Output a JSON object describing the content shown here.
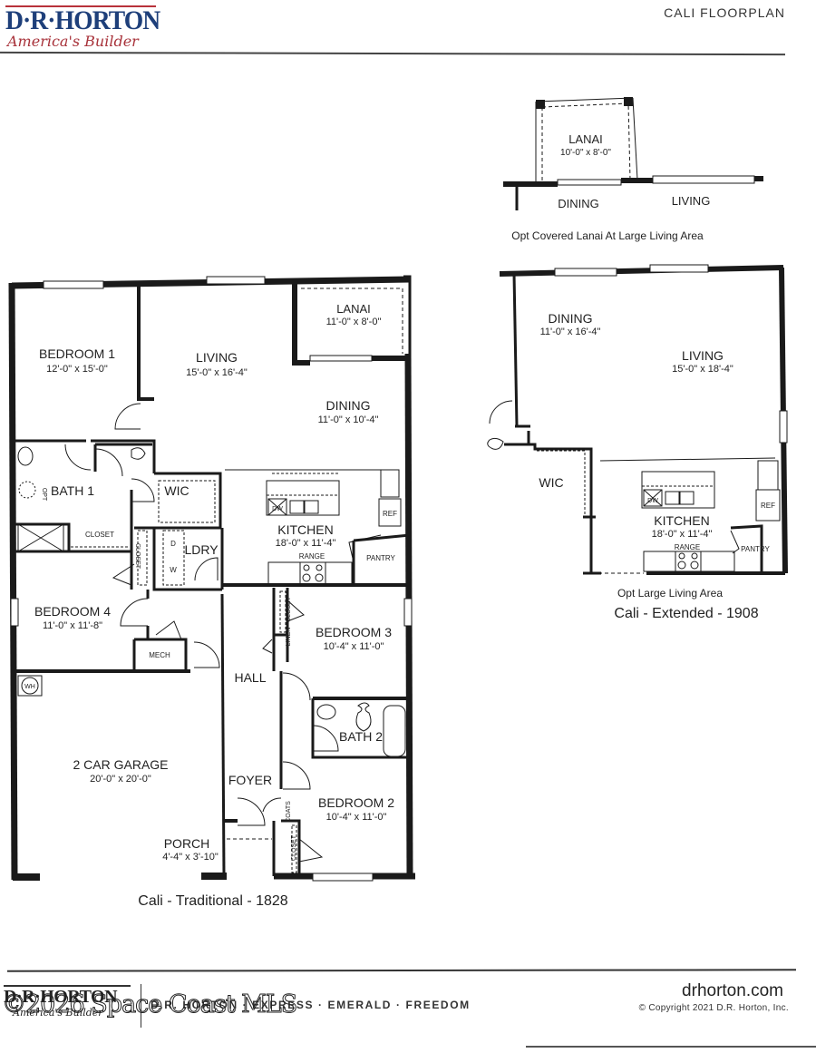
{
  "header": {
    "logo_name": "D·R·HORTON",
    "logo_tagline": "America's Builder",
    "title": "CALI FLOORPLAN"
  },
  "colors": {
    "brand_blue": "#1e3f7a",
    "brand_red": "#a8323a",
    "wall": "#1a1a1a"
  },
  "traditional_plan": {
    "caption": "Cali - Traditional - 1828",
    "rooms": [
      {
        "name": "BEDROOM 1",
        "size": "12'-0\" x 15'-0\""
      },
      {
        "name": "LIVING",
        "size": "15'-0\" x 16'-4\""
      },
      {
        "name": "LANAI",
        "size": "11'-0\" x 8'-0\""
      },
      {
        "name": "DINING",
        "size": "11'-0\" x 10'-4\""
      },
      {
        "name": "BATH 1",
        "size": ""
      },
      {
        "name": "WIC",
        "size": ""
      },
      {
        "name": "KITCHEN",
        "size": "18'-0\" x 11'-4\""
      },
      {
        "name": "LDRY",
        "size": ""
      },
      {
        "name": "BEDROOM 4",
        "size": "11'-0\" x 11'-8\""
      },
      {
        "name": "BEDROOM 3",
        "size": "10'-4\" x 11'-0\""
      },
      {
        "name": "HALL",
        "size": ""
      },
      {
        "name": "BATH 2",
        "size": ""
      },
      {
        "name": "2 CAR GARAGE",
        "size": "20'-0\" x 20'-0\""
      },
      {
        "name": "FOYER",
        "size": ""
      },
      {
        "name": "BEDROOM 2",
        "size": "10'-4\" x 11'-0\""
      },
      {
        "name": "PORCH",
        "size": "4'-4\" x 3'-10\""
      }
    ],
    "fixtures": {
      "closet": "CLOSET",
      "opt": "OPT",
      "dw": "DW",
      "ref": "REF",
      "pantry": "PANTRY",
      "range": "RANGE",
      "mech": "MECH",
      "linen": "LINEN",
      "coats": "COATS",
      "wh": "WH",
      "dryer": "D",
      "washer": "W"
    }
  },
  "lanai_option": {
    "caption": "Opt Covered Lanai At Large Living Area",
    "lanai_name": "LANAI",
    "lanai_size": "10'-0\" x 8'-0\"",
    "dining_label": "DINING",
    "living_label": "LIVING"
  },
  "extended_plan": {
    "caption": "Cali - Extended - 1908",
    "sub_caption": "Opt Large Living Area",
    "rooms": [
      {
        "name": "DINING",
        "size": "11'-0\" x 16'-4\""
      },
      {
        "name": "LIVING",
        "size": "15'-0\" x 18'-4\""
      },
      {
        "name": "WIC",
        "size": ""
      },
      {
        "name": "KITCHEN",
        "size": "18'-0\" x 11'-4\""
      }
    ],
    "fixtures": {
      "dw": "DW",
      "ref": "REF",
      "pantry": "PANTRY",
      "range": "RANGE"
    }
  },
  "footer": {
    "logo_name": "D·R·HORTON",
    "logo_tagline": "America's Builder",
    "brands": "D.R. HORTON · EXPRESS · EMERALD · FREEDOM",
    "watermark": "©2026 Space Coast MLS",
    "website": "drhorton.com",
    "copyright": "© Copyright 2021 D.R. Horton, Inc."
  }
}
